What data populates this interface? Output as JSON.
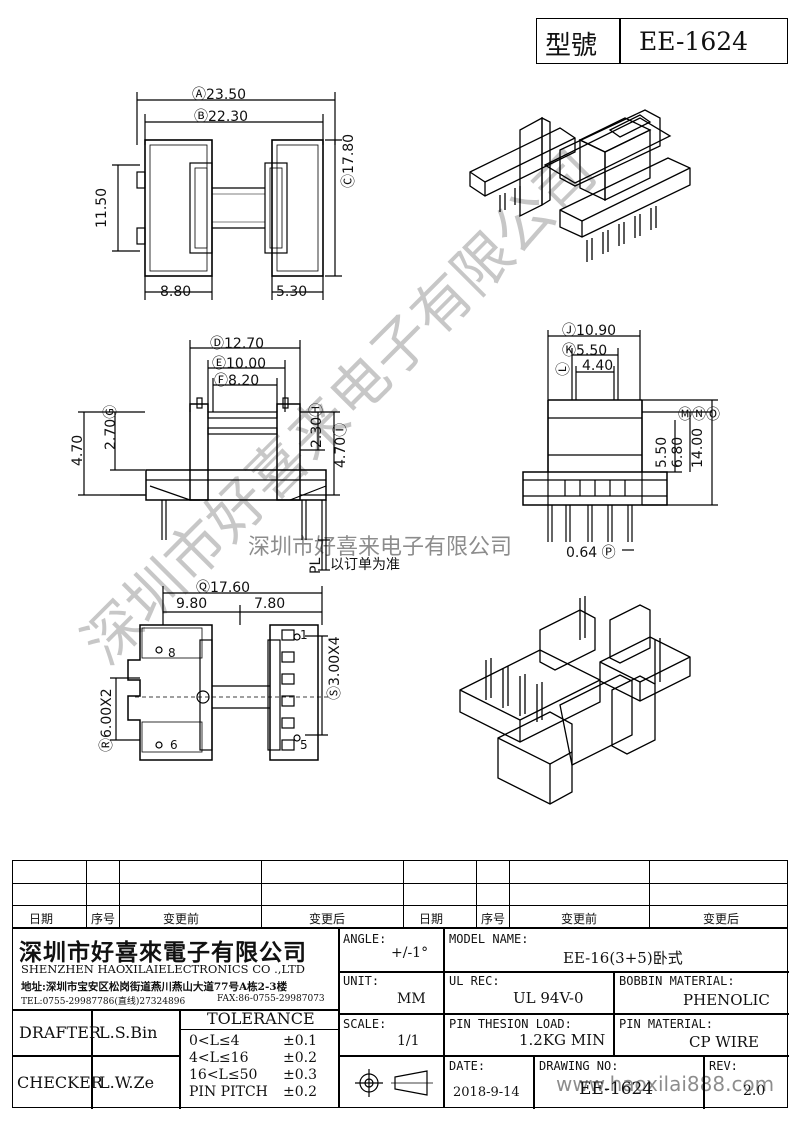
{
  "header": {
    "model_label": "型號",
    "model_value": "EE-1624"
  },
  "dims": {
    "A": "Ⓐ23.50",
    "B": "Ⓑ22.30",
    "C": "Ⓒ17.80",
    "h1150": "11.50",
    "w880": "8.80",
    "w530": "5.30",
    "D": "Ⓓ12.70",
    "E": "Ⓔ10.00",
    "F": "Ⓕ8.20",
    "G": "2.70Ⓖ",
    "h470": "4.70",
    "H": "2.30Ⓗ",
    "I": "4.70Ⓘ",
    "J": "Ⓙ10.90",
    "K": "Ⓚ5.50",
    "L": "4.40",
    "L_mark": "Ⓛ",
    "MNO": "ⓂⓃⓄ",
    "h550": "5.50",
    "h680": "6.80",
    "h1400": "14.00",
    "P": "0.64 Ⓟ",
    "PL": "PL",
    "pl_note": "以订单为准",
    "Q": "Ⓠ17.60",
    "w980": "9.80",
    "w780": "7.80",
    "S": "Ⓢ3.00X4",
    "R": "Ⓡ6.00X2",
    "pin1": "1",
    "pin5": "5",
    "pin6": "6",
    "pin8": "8"
  },
  "watermark": {
    "diag": "深圳市好喜来电子有限公司",
    "mid": "深圳市好喜来电子有限公司",
    "url": "www.haoxilai888.com"
  },
  "rev_table": {
    "headers": [
      "日期",
      "序号",
      "变更前",
      "变更后",
      "日期",
      "序号",
      "变更前",
      "变更后"
    ]
  },
  "title_block": {
    "company_cn": "深圳市好喜來電子有限公司",
    "company_en": "SHENZHEN HAOXILAIELECTRONICS CO .,LTD",
    "address": "地址:深圳市宝安区松岗街道燕川燕山大道77号A栋2-3楼",
    "tel": "TEL:0755-29987786(直线)27324896",
    "fax": "FAX:86-0755-29987073",
    "angle_label": "ANGLE:",
    "angle_value": "+/-1°",
    "model_label": "MODEL NAME:",
    "model_value": "EE-16(3+5)卧式",
    "unit_label": "UNIT:",
    "unit_value": "MM",
    "ul_label": "UL REC:",
    "ul_value": "UL 94V-0",
    "bobbin_label": "BOBBIN MATERIAL:",
    "bobbin_value": "PHENOLIC",
    "drafter_label": "DRAFTER",
    "drafter_value": "L.S.Bin",
    "tolerance_label": "TOLERANCE",
    "tol": [
      {
        "range": "0<L≤4",
        "value": "±0.1"
      },
      {
        "range": "4<L≤16",
        "value": "±0.2"
      },
      {
        "range": "16<L≤50",
        "value": "±0.3"
      },
      {
        "range": "PIN PITCH",
        "value": "±0.2"
      }
    ],
    "scale_label": "SCALE:",
    "scale_value": "1/1",
    "pin_load_label": "PIN THESION LOAD:",
    "pin_load_value": "1.2KG MIN",
    "pin_mat_label": "PIN MATERIAL:",
    "pin_mat_value": "CP  WIRE",
    "checker_label": "CHECKER",
    "checker_value": "L.W.Ze",
    "date_label": "DATE:",
    "date_value": "2018-9-14",
    "drawing_label": "DRAWING NO:",
    "drawing_value": "EE-1624",
    "rev_label": "REV:",
    "rev_value": "2.0"
  }
}
